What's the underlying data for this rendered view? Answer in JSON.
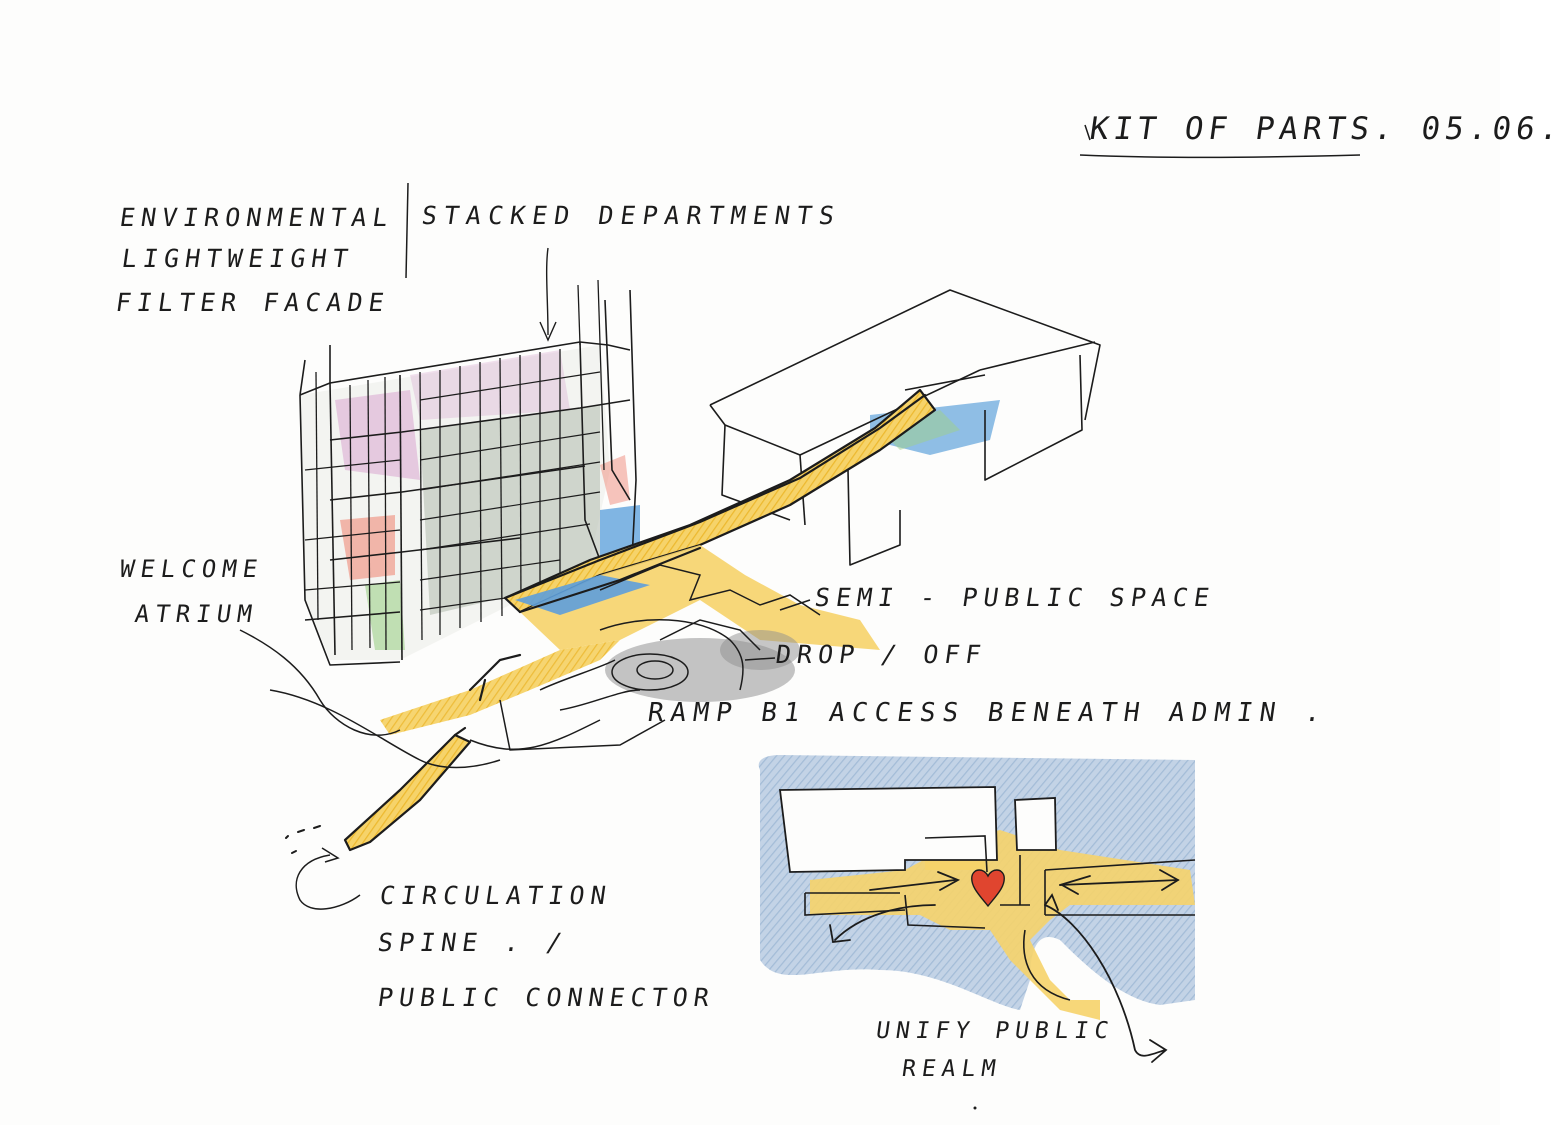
{
  "sketch": {
    "title": "KIT OF PARTS. 05.06.",
    "labels": {
      "facade_line1": "ENVIRONMENTAL",
      "facade_line2": "LIGHTWEIGHT",
      "facade_line3": "FILTER FACADE",
      "stacked": "STACKED DEPARTMENTS",
      "welcome_line1": "WELCOME",
      "welcome_line2": "ATRIUM",
      "semi_public": "SEMI - PUBLIC SPACE",
      "drop_off": "DROP / OFF",
      "ramp": "RAMP B1 ACCESS BENEATH ADMIN .",
      "circulation_line1": "CIRCULATION",
      "circulation_line2": "SPINE . /",
      "circulation_line3": "PUBLIC CONNECTOR",
      "unify_line1": "UNIFY PUBLIC",
      "unify_line2": "REALM"
    }
  },
  "colors": {
    "ink": "#1c1c1c",
    "spine_yellow": "#f2c94c",
    "blue": "#6aa8de",
    "plan_blue": "#9fb7d3",
    "grey": "#9a9a9a",
    "red": "#e0452f",
    "pink": "#d8a6cf",
    "green": "#9fd08a",
    "salmon": "#f08a7a"
  },
  "icons": {
    "heart": "heart-icon",
    "arrow": "arrow-icon"
  }
}
